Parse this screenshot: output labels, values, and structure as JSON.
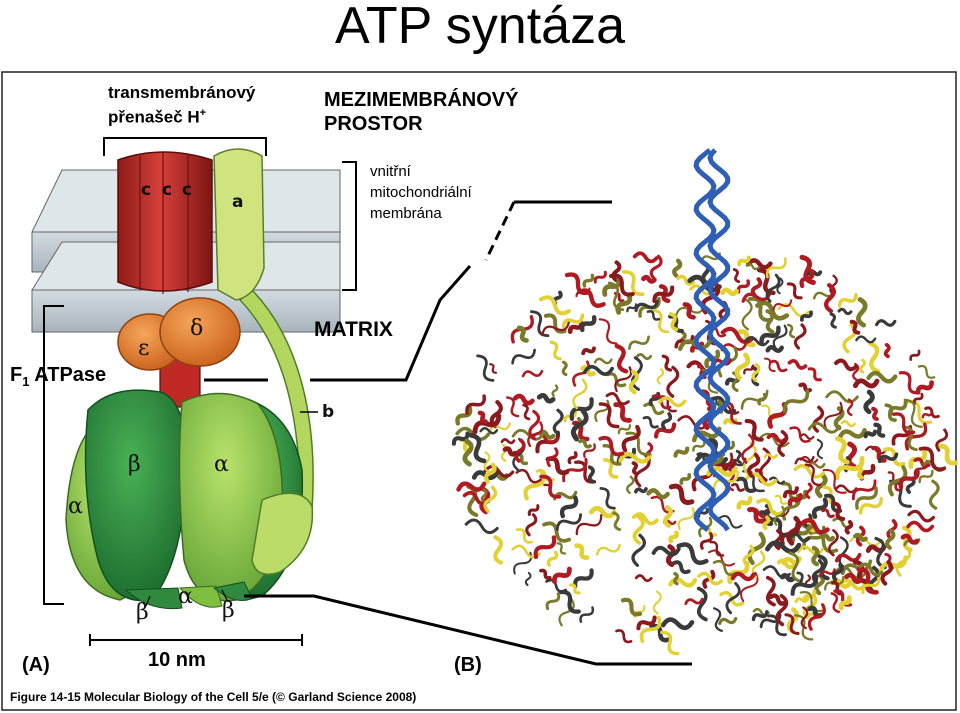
{
  "title": "ATP syntáza",
  "labels": {
    "transporter_line1": "transmembránový",
    "transporter_line2": "přenašeč H",
    "transporter_sup": "+",
    "intermembrane_line1": "MEZIMEMBRÁNOVÝ",
    "intermembrane_line2": "PROSTOR",
    "membrane_line1": "vnitřní",
    "membrane_line2": "mitochondriální",
    "membrane_line3": "membrána",
    "matrix": "MATRIX",
    "f1_prefix": "F",
    "f1_sub": "1",
    "f1_suffix": " ATPase",
    "panel_a": "(A)",
    "panel_b": "(B)",
    "scale": "10 nm",
    "caption": "Figure 14-15 Molecular Biology of the Cell 5/e (© Garland Science 2008)"
  },
  "subunits": {
    "c1": "c",
    "c2": "c",
    "c3": "c",
    "a": "a",
    "b": "b",
    "delta": "δ",
    "epsilon": "ε",
    "beta_left": "β",
    "alpha_right": "α",
    "alpha_left": "α",
    "beta_bottom_left": "β",
    "alpha_bottom": "α",
    "beta_bottom_right": "β"
  },
  "colors": {
    "membrane": "#b9c4cb",
    "c_ring": "#c7302b",
    "subunit_a": "#c9df7a",
    "delta_epsilon": "#e07a25",
    "alpha": "#8cc63f",
    "beta": "#2e8b3e",
    "structure_red": "#b01a22",
    "structure_yellow": "#e3d033",
    "structure_blue": "#2f5fb4"
  }
}
